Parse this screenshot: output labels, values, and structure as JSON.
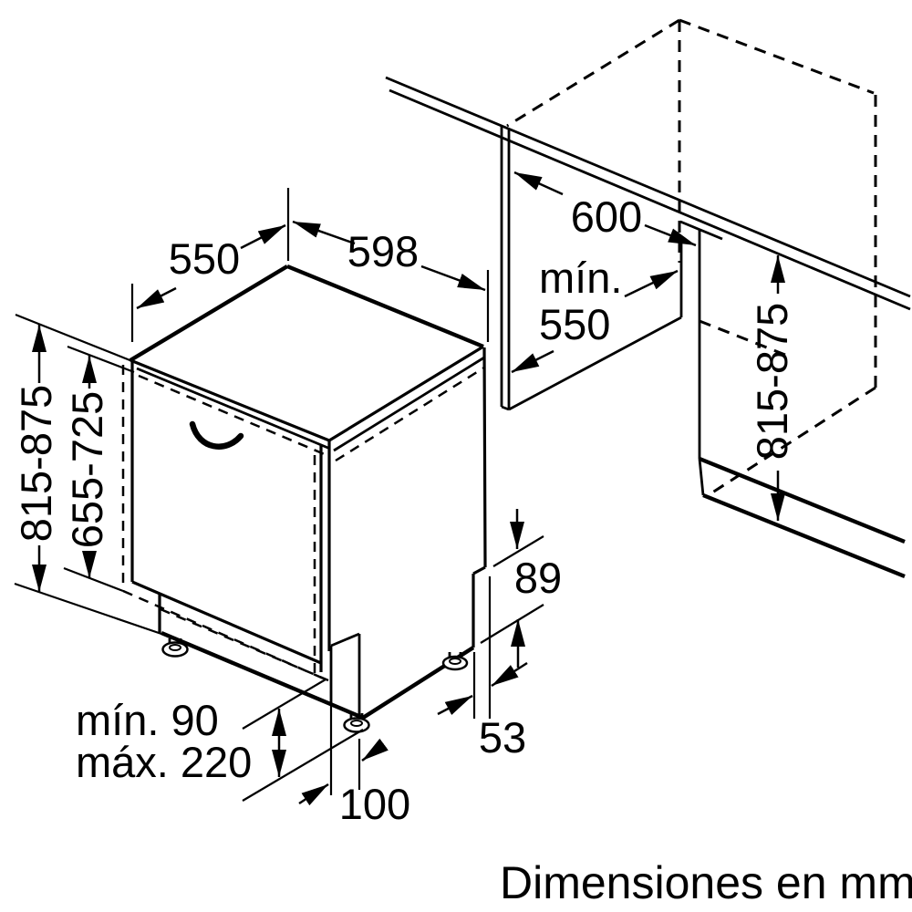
{
  "diagram": {
    "kind": "built-in dishwasher installation drawing",
    "units_note": "Dimensiones en mm",
    "line_color": "#000000",
    "background_color": "#ffffff",
    "dimensions": {
      "appliance_top_depth": "550",
      "appliance_width": "598",
      "worktop_depth": "600",
      "niche_depth_prefix": "mín.",
      "niche_depth_value": "550",
      "niche_height": "815-875",
      "appliance_height": "815-875",
      "furniture_panel_height": "655-725",
      "plinth_height_min": "mín. 90",
      "plinth_height_max": "máx. 220",
      "front_foot_setback": "100",
      "base_height": "89",
      "rear_foot_setback": "53"
    }
  }
}
